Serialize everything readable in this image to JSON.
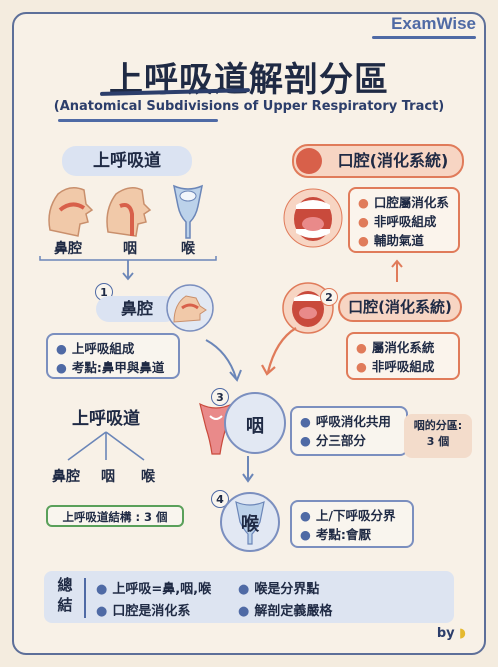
{
  "brand": "ExamWise",
  "title": "上呼吸道解剖分區",
  "subtitle": "(Anatomical Subdivisions of Upper Respiratory Tract)",
  "upper_airway": {
    "heading": "上呼吸道",
    "items": [
      "鼻腔",
      "咽",
      "喉"
    ]
  },
  "oral_top": {
    "heading": "口腔(消化系統)",
    "points": [
      "口腔屬消化系",
      "非呼吸組成",
      "輔助氣道"
    ]
  },
  "nasal": {
    "number": "1",
    "heading": "鼻腔",
    "points": [
      "上呼吸組成",
      "考點:鼻甲與鼻道"
    ]
  },
  "oral": {
    "number": "2",
    "heading": "口腔(消化系統)",
    "points": [
      "屬消化系統",
      "非呼吸組成"
    ]
  },
  "pharynx": {
    "number": "3",
    "heading": "咽",
    "points": [
      "呼吸消化共用",
      "分三部分"
    ],
    "note": "咽的分區:\n3 個"
  },
  "larynx": {
    "number": "4",
    "heading": "喉",
    "points": [
      "上/下呼吸分界",
      "考點:會厭"
    ]
  },
  "tree": {
    "root": "上呼吸道",
    "leaves": [
      "鼻腔",
      "咽",
      "喉"
    ],
    "caption": "上呼吸道結構 : 3 個"
  },
  "summary": {
    "head": "總結",
    "items": [
      "上呼吸=鼻,咽,喉",
      "喉是分界點",
      "口腔是消化系",
      "解剖定義嚴格"
    ]
  },
  "byline": "by",
  "colors": {
    "blue": "#4f6aa5",
    "red": "#e07b5a",
    "navy": "#1f2a44"
  }
}
